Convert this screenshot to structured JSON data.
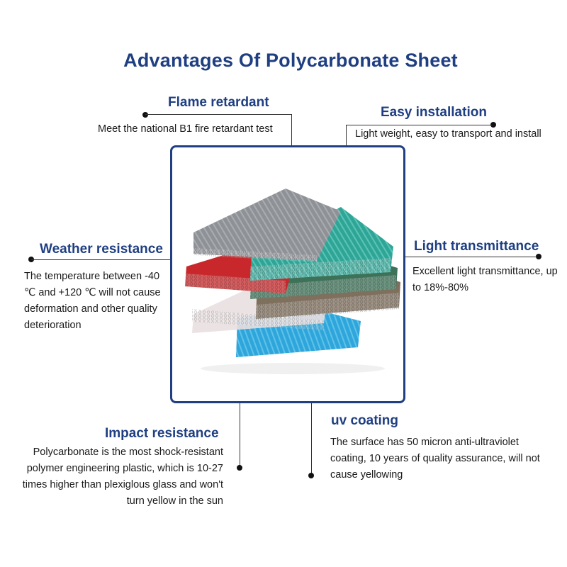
{
  "title": "Advantages Of Polycarbonate Sheet",
  "features": {
    "flame": {
      "heading": "Flame retardant",
      "text": "Meet the national B1 fire retardant test"
    },
    "installation": {
      "heading": "Easy installation",
      "text": "Light weight, easy to transport and install"
    },
    "weather": {
      "heading": "Weather resistance",
      "text": "The temperature between -40 ℃ and +120 ℃ will not cause deformation and other quality deterioration"
    },
    "light": {
      "heading": "Light transmittance",
      "text": "Excellent light transmittance, up to 18%-80%"
    },
    "impact": {
      "heading": "Impact resistance",
      "text": "Polycarbonate is the most shock-resistant polymer engineering plastic, which is 10-27 times higher than plexiglous glass and won't turn yellow in the sun"
    },
    "uv": {
      "heading": "uv coating",
      "text": "The surface has 50 micron anti-ultraviolet coating, 10 years of quality assurance, will not cause yellowing"
    }
  },
  "colors": {
    "accent": "#1f3f82",
    "sheet_grey": "#8a8d92",
    "sheet_teal": "#2fa89a",
    "sheet_red": "#c8282a",
    "sheet_brown": "#7a6a58",
    "sheet_blue": "#1f9fd6"
  }
}
